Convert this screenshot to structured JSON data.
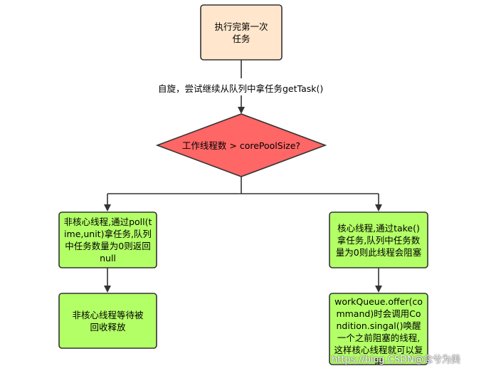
{
  "colors": {
    "start_fill": "#FFE6CC",
    "decision_fill": "#FF6666",
    "process_fill": "#B3FF66",
    "stroke": "#333333"
  },
  "nodes": {
    "start": "执行完第一次任务",
    "edge_label": "自旋，尝试继续从队列中拿任务getTask()",
    "decision": "工作线程数 > corePoolSize?",
    "left_1": "非核心线程,通过poll(time,unit)拿任务,队列中任务数量为0则返回null",
    "left_2": "非核心线程等待被回收释放",
    "right_1": "核心线程,通过take()拿任务,队列中任务数量为0则此线程会阻塞",
    "right_2": "workQueue.offer(command)时会调用Condition.singal()唤醒一个之前阻塞的线程,这样核心线程就可以复用"
  },
  "watermark": "https://blog.CSDN@念兮为美"
}
